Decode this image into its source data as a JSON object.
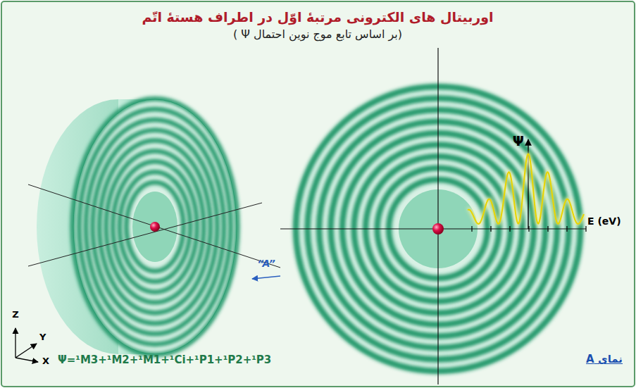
{
  "diagram": {
    "title": "اوربیتال های الکترونی مرتبهٔ اوّل در اطراف هستهٔ اتّم",
    "labels": [
      "(بر اساس تابع موج نوین احتمال Ψ )",
      "Ψ",
      "E (eV)",
      "“A”",
      "Z",
      "Y",
      "X",
      "Ψ=¹M3+¹M2+¹M1+¹Ci+¹P1+¹P2+¹P3",
      "نمای A"
    ]
  }
}
